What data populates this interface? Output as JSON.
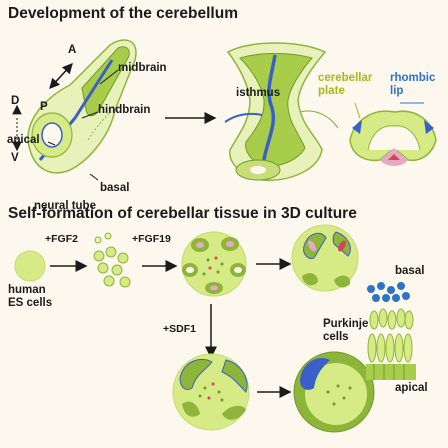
{
  "section1": {
    "title": "Development of the cerebellum",
    "axis_A": "A",
    "axis_P": "P",
    "axis_D": "D",
    "axis_V": "V",
    "midbrain": "midbrain",
    "hindbrain": "hindbrain",
    "apical": "apical",
    "basal": "basal",
    "neural_tube": "neural tube",
    "isthmus": "isthmus",
    "cerebellar_plate": "cerebellar\nplate",
    "rhombic_lip": "rhombic\nlip"
  },
  "section2": {
    "title": "Self-formation of cerebellar tissue in 3D culture",
    "fgf2": "+FGF2",
    "fgf19": "+FGF19",
    "sdf1": "+SDF1",
    "human_es_cells": "human\nES cells",
    "purkinje_cells": "Purkinje\ncells",
    "basal": "basal",
    "apical": "apical"
  },
  "colors": {
    "background": "#fdf8ee",
    "tissue_green": "#d6ea86",
    "tissue_dark_green": "#8db53a",
    "neuroepithelium_blue": "#3a5fc9",
    "rhombic_lip_blue": "#2c73c9",
    "cerebellar_plate_olive": "#a9b81a",
    "pink_cells": "#e6a9c4",
    "red_cells": "#d4455a"
  }
}
